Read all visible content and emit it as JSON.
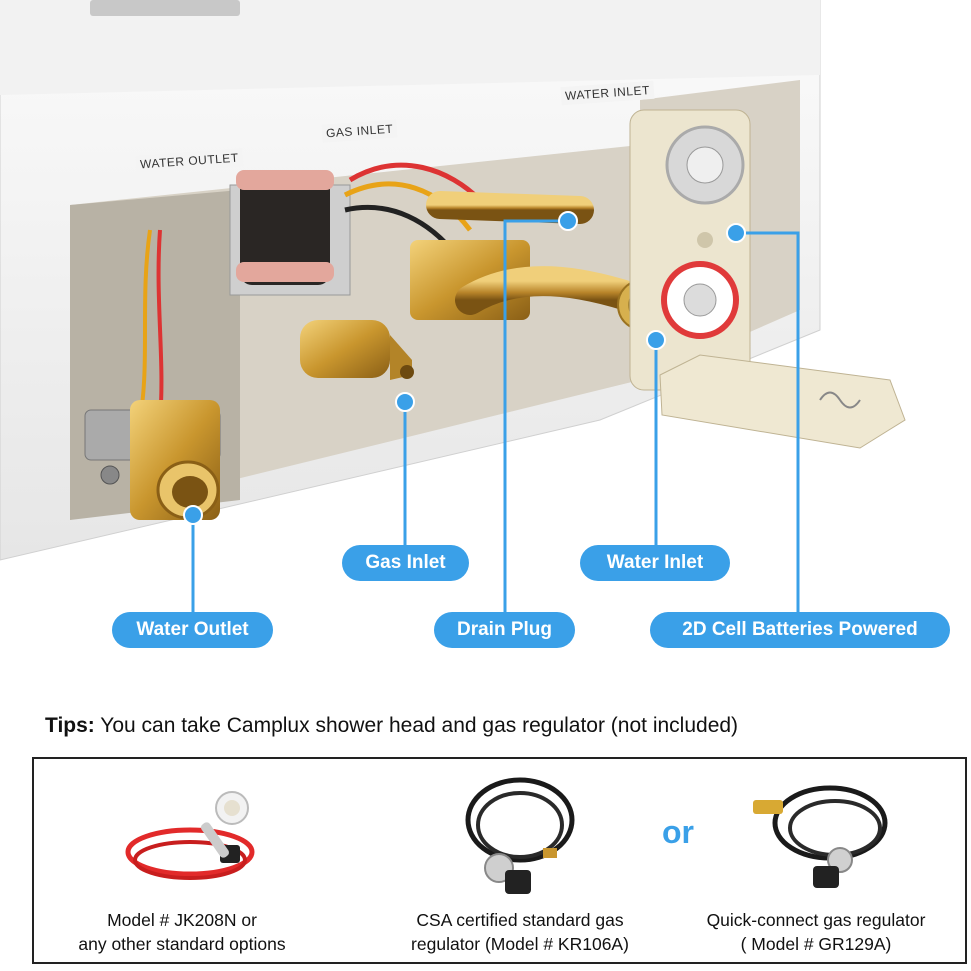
{
  "photo": {
    "stamps": {
      "water_outlet": "WATER OUTLET",
      "gas_inlet": "GAS INLET",
      "water_inlet": "WATER INLET"
    }
  },
  "callouts": {
    "water_outlet": "Water Outlet",
    "gas_inlet": "Gas Inlet",
    "drain_plug": "Drain Plug",
    "water_inlet": "Water Inlet",
    "batteries": "2D Cell Batteries Powered"
  },
  "tips": {
    "label": "Tips:",
    "text": " You can take Camplux shower head and gas regulator (not included)"
  },
  "accessories": {
    "shower": {
      "line1": "Model # JK208N or",
      "line2": "any other standard options"
    },
    "csa": {
      "line1": "CSA certified standard gas",
      "line2": "regulator (Model # KR106A)"
    },
    "or": "or",
    "quick": {
      "line1": "Quick-connect gas regulator",
      "line2": "( Model # GR129A)"
    }
  },
  "colors": {
    "accent": "#3aa0e8",
    "brass": "#c9962e",
    "hose_red": "#e22a2a"
  }
}
